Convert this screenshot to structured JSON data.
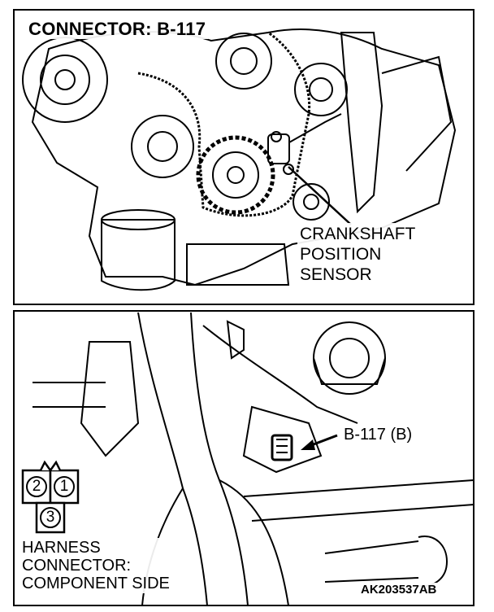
{
  "title": "CONNECTOR: B-117",
  "sensor_label": [
    "CRANKSHAFT",
    "POSITION",
    "SENSOR"
  ],
  "connector_callout": "B-117 (B)",
  "harness_label": [
    "HARNESS",
    "CONNECTOR:",
    "COMPONENT SIDE"
  ],
  "pins": [
    "2",
    "1",
    "3"
  ],
  "figure_code": "AK203537AB"
}
